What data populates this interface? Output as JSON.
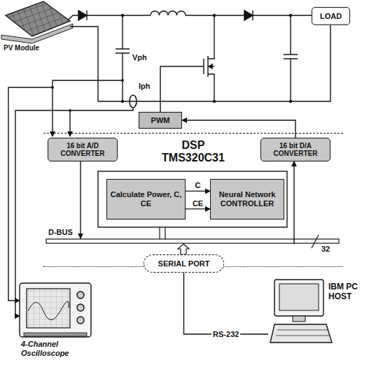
{
  "diagram": {
    "nodes": [
      {
        "text": [
          "PV Module"
        ]
      },
      {
        "text": [
          "LOAD"
        ]
      },
      {
        "text": [
          "PWM"
        ]
      },
      {
        "text": [
          "DSP TMS320C31"
        ]
      },
      {
        "text": [
          "16 bit A/D CONVERTER"
        ],
        "in": 3
      },
      {
        "text": [
          "16 bit D/A CONVERTER"
        ],
        "in": 3
      },
      {
        "text": [
          "Calculate Power, C, CE"
        ],
        "in": 3
      },
      {
        "text": [
          "Neural Network CONTROLLER"
        ],
        "in": 3
      },
      {
        "text": [
          "SERIAL PORT"
        ]
      },
      {
        "text": [
          "4-Channel Oscilloscope"
        ]
      },
      {
        "text": [
          "IBM PC HOST"
        ]
      }
    ],
    "edges": [
      {
        "from": 6,
        "to": 7,
        "arrow": "to",
        "label": "C"
      },
      {
        "from": 6,
        "to": 7,
        "arrow": "to",
        "label": "CE"
      },
      {
        "from": 5,
        "to": 2,
        "arrow": "to"
      },
      {
        "from": 8,
        "to": 10,
        "arrow": "none",
        "label": "RS-232"
      }
    ],
    "labels": [
      "Vph",
      "Iph",
      "D-BUS",
      "32"
    ]
  }
}
